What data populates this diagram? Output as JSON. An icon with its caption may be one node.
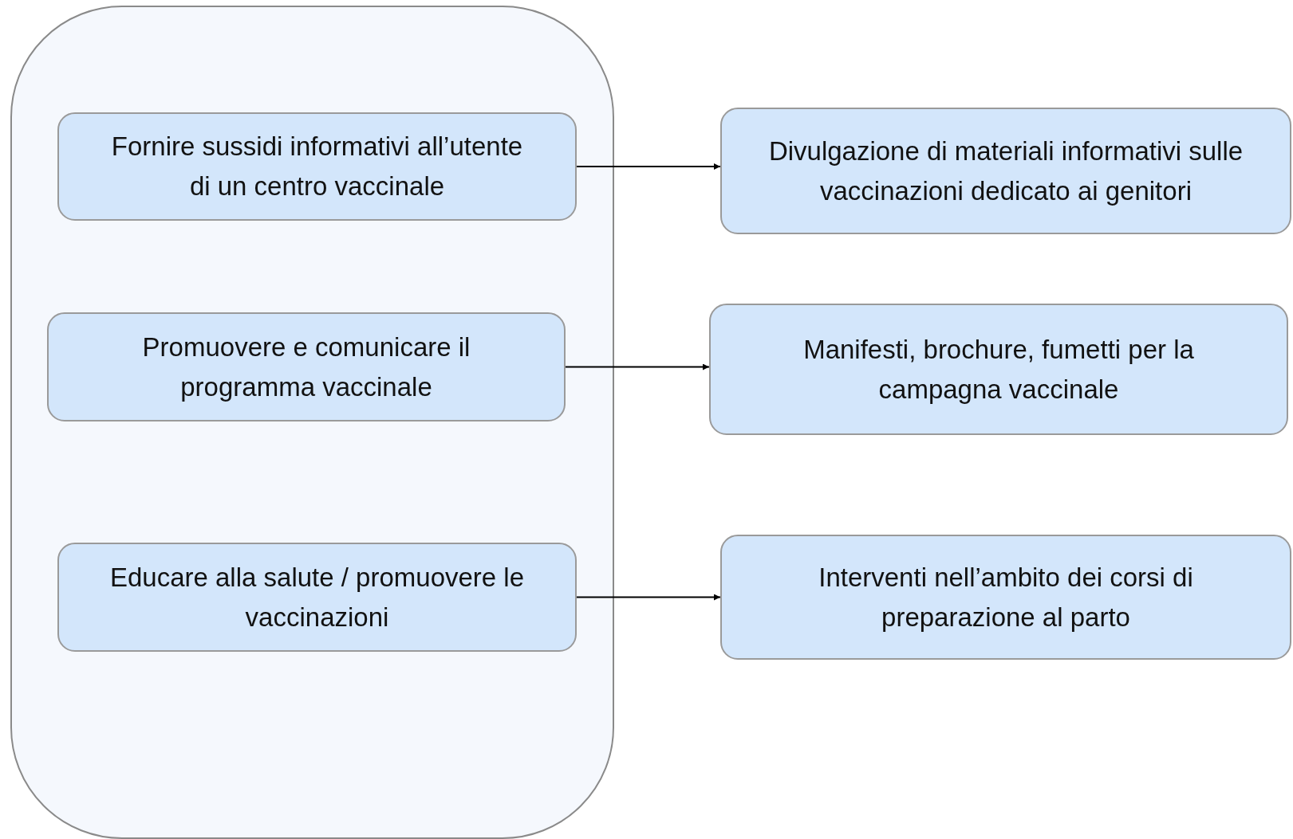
{
  "diagram": {
    "nodes": [
      {
        "text": [],
        "shape": "box"
      },
      {
        "text": [
          "Fornire sussidi informativi all’utente di un centro vaccinale"
        ],
        "in": 0
      },
      {
        "text": [
          "Promuovere e comunicare il programma vaccinale"
        ],
        "in": 0
      },
      {
        "text": [
          "Educare alla salute / promuovere le vaccinazioni"
        ],
        "in": 0
      },
      {
        "text": [
          "Divulgazione di materiali informativi sulle vaccinazioni dedicato ai genitori"
        ]
      },
      {
        "text": [
          "Manifesti, brochure, fumetti per la campagna vaccinale"
        ]
      },
      {
        "text": [
          "Interventi nell’ambito dei corsi di preparazione al parto"
        ]
      }
    ],
    "edges": [
      {
        "from": 1,
        "to": 4,
        "arrow": "to"
      },
      {
        "from": 2,
        "to": 5,
        "arrow": "to"
      },
      {
        "from": 3,
        "to": 6,
        "arrow": "to"
      }
    ]
  }
}
